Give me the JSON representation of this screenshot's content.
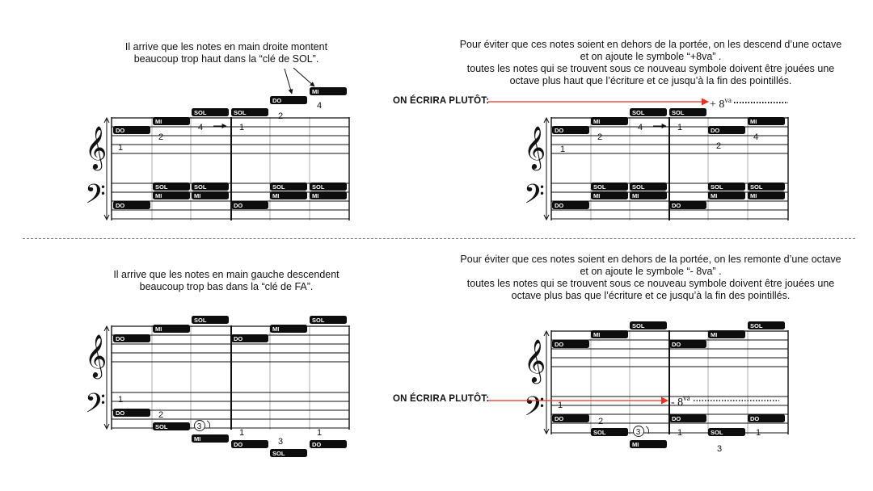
{
  "top_left": {
    "caption": [
      "Il arrive que les notes en main droite  montent",
      "beaucoup trop haut dans la  “clé de SOL”."
    ]
  },
  "top_right": {
    "caption": [
      "Pour éviter que ces notes soient en dehors de la portée, on les descend d’une octave",
      "et on ajoute le symbole  “+8va” .",
      "toutes les notes qui se trouvent sous ce nouveau symbole doivent être  jouées une",
      "octave plus haut que l’écriture et ce jusqu’à la fin des pointillés."
    ],
    "rewrite_label": "ON ÉCRIRA PLUTÔT:",
    "ottava_prefix": "+ 8",
    "ottava_suffix": "va"
  },
  "bottom_left": {
    "caption": [
      "Il arrive que les notes en main gauche descendent",
      "beaucoup trop bas dans la  “clé de FA”."
    ]
  },
  "bottom_right": {
    "caption": [
      "Pour éviter que ces notes soient en dehors de la portée, on les remonte d’une octave",
      "et on ajoute le symbole  “- 8va” .",
      "toutes les notes qui se trouvent sous ce nouveau symbole doivent être  jouées une",
      "octave plus bas que l’écriture et ce jusqu’à la fin des pointillés."
    ],
    "rewrite_label": "ON ÉCRIRA PLUTÔT:",
    "ottava_prefix": "- 8",
    "ottava_suffix": "va"
  },
  "note_labels": {
    "do": "DO",
    "mi": "MI",
    "sol": "SOL"
  },
  "finger_numbers": {
    "one": "1",
    "two": "2",
    "three": "3",
    "four": "4"
  },
  "clefs": {
    "treble": "𝄞",
    "bass": "𝄢"
  },
  "colors": {
    "note_fill": "#0d0d0d",
    "note_text": "#ffffff",
    "arrow_red": "#e8321e",
    "staff_line": "#111111"
  }
}
